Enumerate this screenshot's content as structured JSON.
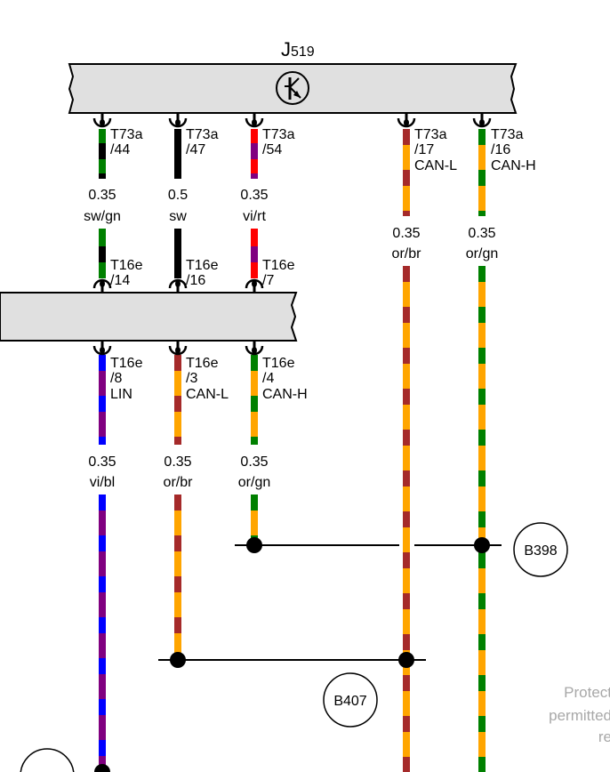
{
  "component": {
    "name_prefix": "J",
    "name_number": "519",
    "symbol": "transistor-icon"
  },
  "connector_label_upper": "T73a",
  "connector_label_lower": "T16e",
  "colors": {
    "sw": "#000000",
    "gn": "#008000",
    "rt": "#ff0000",
    "vi": "#800080",
    "or": "#ffa500",
    "br": "#a52a2a",
    "bl": "#0000ff",
    "box_fill": "#e0e0e0",
    "watermark": "#a8a8a8"
  },
  "wires": [
    {
      "id": "w44",
      "upper_pin": {
        "connector": "T73a",
        "pin": "/44",
        "signal": ""
      },
      "gauge": "0.35",
      "color_code": "sw/gn",
      "base": "gn",
      "stripe": "sw",
      "lower_pin": {
        "connector": "T16e",
        "pin": "/14"
      },
      "bottom_pin": {
        "connector": "T16e",
        "pin": "/8",
        "signal": "LIN"
      },
      "bottom_gauge": "0.35",
      "bottom_color_code": "vi/bl",
      "bottom_base": "vi",
      "bottom_stripe": "bl"
    },
    {
      "id": "w47",
      "upper_pin": {
        "connector": "T73a",
        "pin": "/47",
        "signal": ""
      },
      "gauge": "0.5",
      "color_code": "sw",
      "base": "sw",
      "stripe": "sw",
      "lower_pin": {
        "connector": "T16e",
        "pin": "/16"
      },
      "bottom_pin": {
        "connector": "T16e",
        "pin": "/3",
        "signal": "CAN-L"
      },
      "bottom_gauge": "0.35",
      "bottom_color_code": "or/br",
      "bottom_base": "or",
      "bottom_stripe": "br"
    },
    {
      "id": "w54",
      "upper_pin": {
        "connector": "T73a",
        "pin": "/54",
        "signal": ""
      },
      "gauge": "0.35",
      "color_code": "vi/rt",
      "base": "rt",
      "stripe": "vi",
      "lower_pin": {
        "connector": "T16e",
        "pin": "/7"
      },
      "bottom_pin": {
        "connector": "T16e",
        "pin": "/4",
        "signal": "CAN-H"
      },
      "bottom_gauge": "0.35",
      "bottom_color_code": "or/gn",
      "bottom_base": "or",
      "bottom_stripe": "gn"
    },
    {
      "id": "w17",
      "upper_pin": {
        "connector": "T73a",
        "pin": "/17",
        "signal": "CAN-L"
      },
      "gauge": "0.35",
      "color_code": "or/br",
      "base": "or",
      "stripe": "br"
    },
    {
      "id": "w16",
      "upper_pin": {
        "connector": "T73a",
        "pin": "/16",
        "signal": "CAN-H"
      },
      "gauge": "0.35",
      "color_code": "or/gn",
      "base": "or",
      "stripe": "gn"
    }
  ],
  "splices": [
    {
      "id": "B398",
      "label": "B398"
    },
    {
      "id": "B407",
      "label": "B407"
    }
  ],
  "watermark": [
    "Protect",
    "permitted",
    "re"
  ]
}
